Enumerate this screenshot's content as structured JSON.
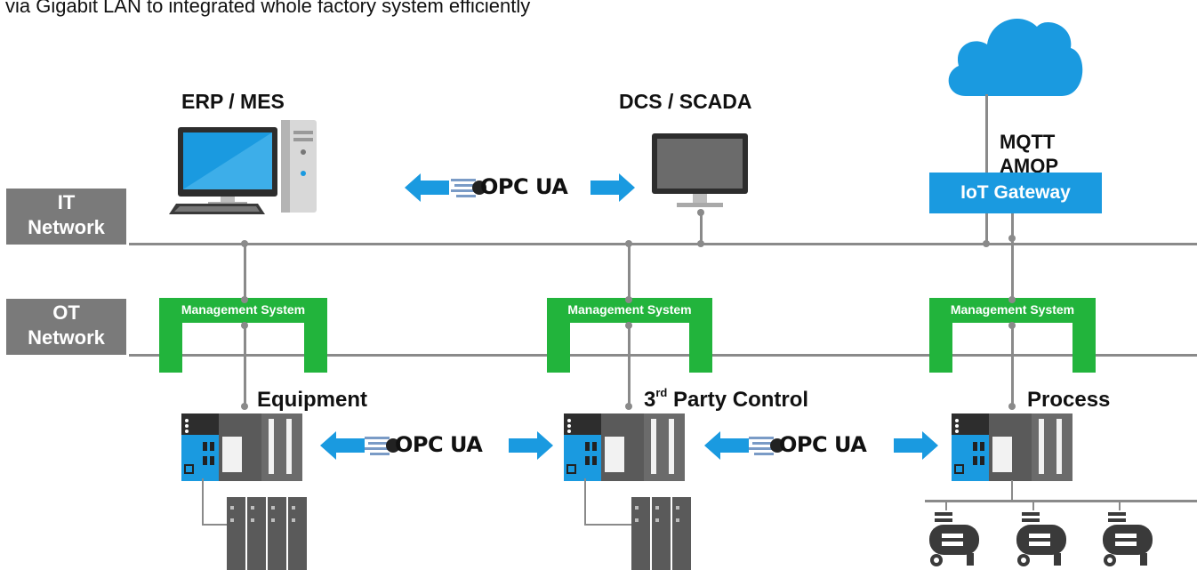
{
  "title": "via Gigabit LAN to integrated whole factory system efficiently",
  "labels": {
    "erp": "ERP / MES",
    "dcs": "DCS / SCADA",
    "protocol_1": "MQTT",
    "protocol_2": "AMQP",
    "equipment": "Equipment",
    "third_party_main": "3",
    "third_party_sup": "rd",
    "third_party_rest": " Party Control",
    "process": "Process"
  },
  "networks": {
    "it_1": "IT",
    "it_2": "Network",
    "ot_1": "OT",
    "ot_2": "Network"
  },
  "gateway": "IoT Gateway",
  "management": "Management System",
  "opc": "OPC UA",
  "colors": {
    "blue": "#1a9ae0",
    "green": "#22b43c",
    "gray": "#7a7a7a",
    "line": "#8a8a8a"
  }
}
